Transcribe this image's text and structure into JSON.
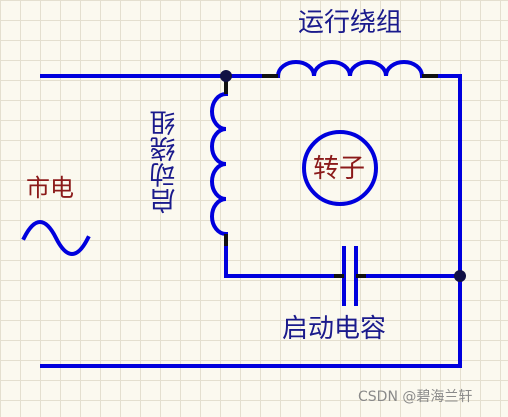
{
  "diagram": {
    "run_winding_label": "运行绕组",
    "start_winding_label": "启动绕组",
    "mains_label": "市电",
    "rotor_label": "转子",
    "start_capacitor_label": "启动电容",
    "watermark": "CSDN @碧海兰轩",
    "colors": {
      "wire": "#0000dd",
      "junction": "#111144",
      "label_blue": "#1a1a8c",
      "label_red": "#8b1a1a"
    }
  }
}
